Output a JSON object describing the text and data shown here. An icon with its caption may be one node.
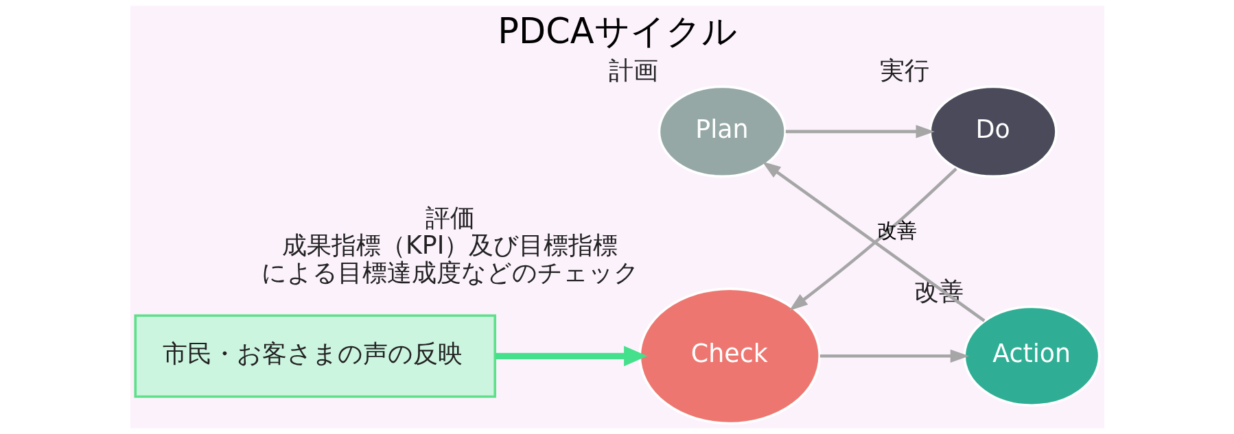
{
  "diagram": {
    "title": "PDCAサイクル",
    "nodes": [
      {
        "text": [
          "Plan"
        ],
        "beside": [
          "計画"
        ]
      },
      {
        "text": [
          "Do"
        ],
        "beside": [
          "実行"
        ]
      },
      {
        "text": [
          "市民・お客さまの声の反映"
        ]
      },
      {
        "text": [
          "Action"
        ],
        "beside": [
          "改善"
        ]
      },
      {
        "text": [
          "Check"
        ],
        "beside": [
          "評価",
          "成果指標（KPI）及び目標指標による目標達成度などのチェック"
        ]
      }
    ],
    "edges": [
      {
        "from": 0,
        "to": 1,
        "arrow": "to"
      },
      {
        "from": 1,
        "to": 4,
        "arrow": "to"
      },
      {
        "from": 4,
        "to": 3,
        "arrow": "to"
      },
      {
        "from": 3,
        "to": 0,
        "arrow": "to",
        "label": "改善"
      },
      {
        "from": 2,
        "to": 4,
        "arrow": "to",
        "style": "thick",
        "color": "#45e08c"
      }
    ]
  }
}
